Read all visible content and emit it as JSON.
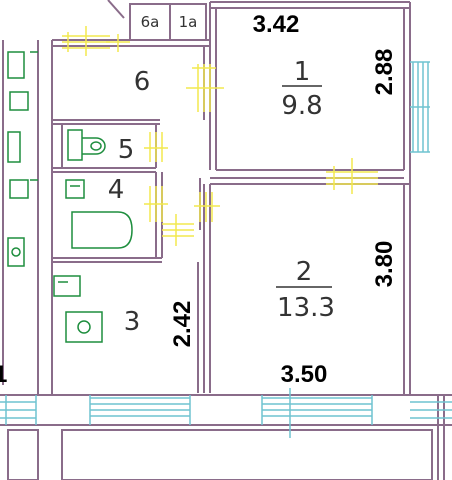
{
  "plan": {
    "rooms": [
      {
        "id": "1",
        "number": "1",
        "area": "9.8"
      },
      {
        "id": "2",
        "number": "2",
        "area": "13.3"
      },
      {
        "id": "3",
        "number": "3"
      },
      {
        "id": "4",
        "number": "4"
      },
      {
        "id": "5",
        "number": "5"
      },
      {
        "id": "6",
        "number": "6"
      },
      {
        "id": "6a",
        "number": "6а"
      },
      {
        "id": "1a",
        "number": "1а"
      }
    ],
    "dimensions": {
      "room1_width": "3.42",
      "room1_height": "2.88",
      "room2_height": "3.80",
      "room2_width": "3.50",
      "room3_height": "2.42",
      "left_edge_mark": "1"
    },
    "colors": {
      "wall": "#8a6c8a",
      "window": "#6fc3d0",
      "door": "#f2e94e",
      "fixture": "#1e8e3e",
      "text": "#333333"
    }
  }
}
